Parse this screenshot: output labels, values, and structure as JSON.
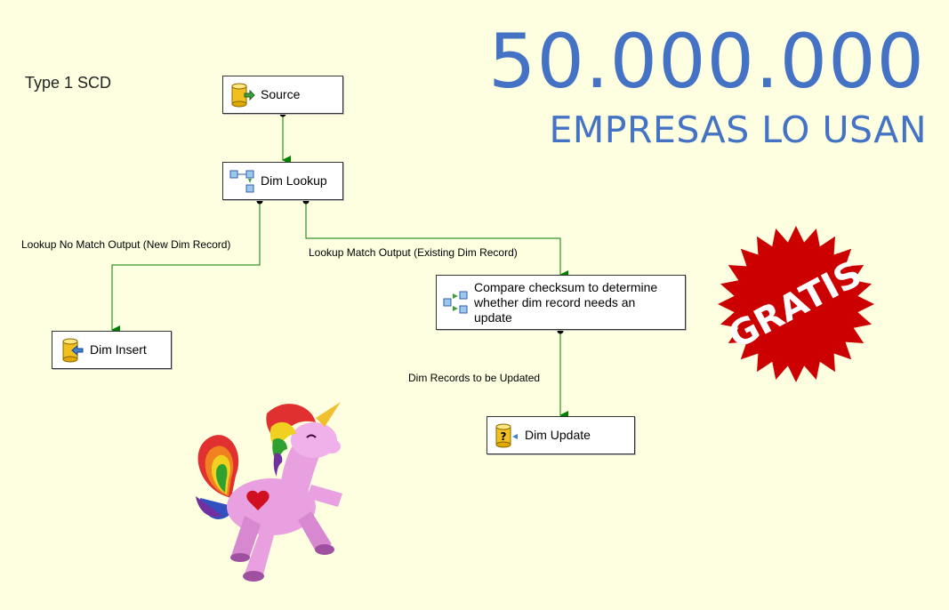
{
  "canvas": {
    "title": "Type 1 SCD"
  },
  "nodes": {
    "source": {
      "label": "Source",
      "icon": "db-source-icon"
    },
    "lookup": {
      "label": "Dim Lookup",
      "icon": "lookup-icon"
    },
    "insert": {
      "label": "Dim Insert",
      "icon": "db-destination-icon"
    },
    "compare": {
      "label": "Compare checksum to determine whether dim record needs an update",
      "icon": "conditional-split-icon"
    },
    "update": {
      "label": "Dim Update",
      "icon": "db-command-icon"
    }
  },
  "edges": {
    "no_match": "Lookup No Match Output (New Dim Record)",
    "match": "Lookup Match Output (Existing Dim Record)",
    "to_update": "Dim Records to be Updated"
  },
  "promo": {
    "number": "50.000.000",
    "caption": "EMPRESAS LO USAN",
    "badge": "GRATIS"
  },
  "colors": {
    "accent": "#4472c4",
    "badge": "#cc0000",
    "wire": "#008000",
    "canvas": "#fefee0"
  }
}
